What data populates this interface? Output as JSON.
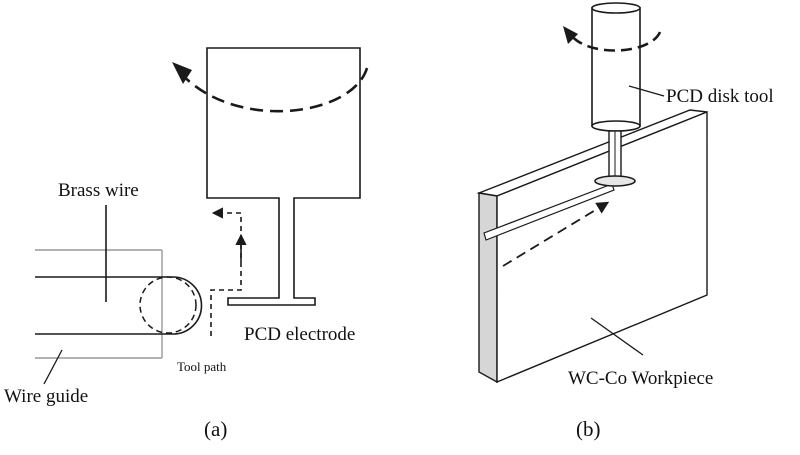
{
  "figure": {
    "panel_a": {
      "caption": "(a)",
      "labels": {
        "brass_wire": "Brass wire",
        "wire_guide": "Wire guide",
        "tool_path": "Tool path",
        "electrode": "PCD electrode"
      }
    },
    "panel_b": {
      "caption": "(b)",
      "labels": {
        "disk_tool": "PCD disk tool",
        "workpiece": "WC-Co Workpiece"
      }
    }
  },
  "colors": {
    "line": "#1a1a1a",
    "guide_line": "#9a9a9a",
    "workpiece_edge": "#bdbdbd",
    "tool_shade": "#e6e6e6"
  }
}
